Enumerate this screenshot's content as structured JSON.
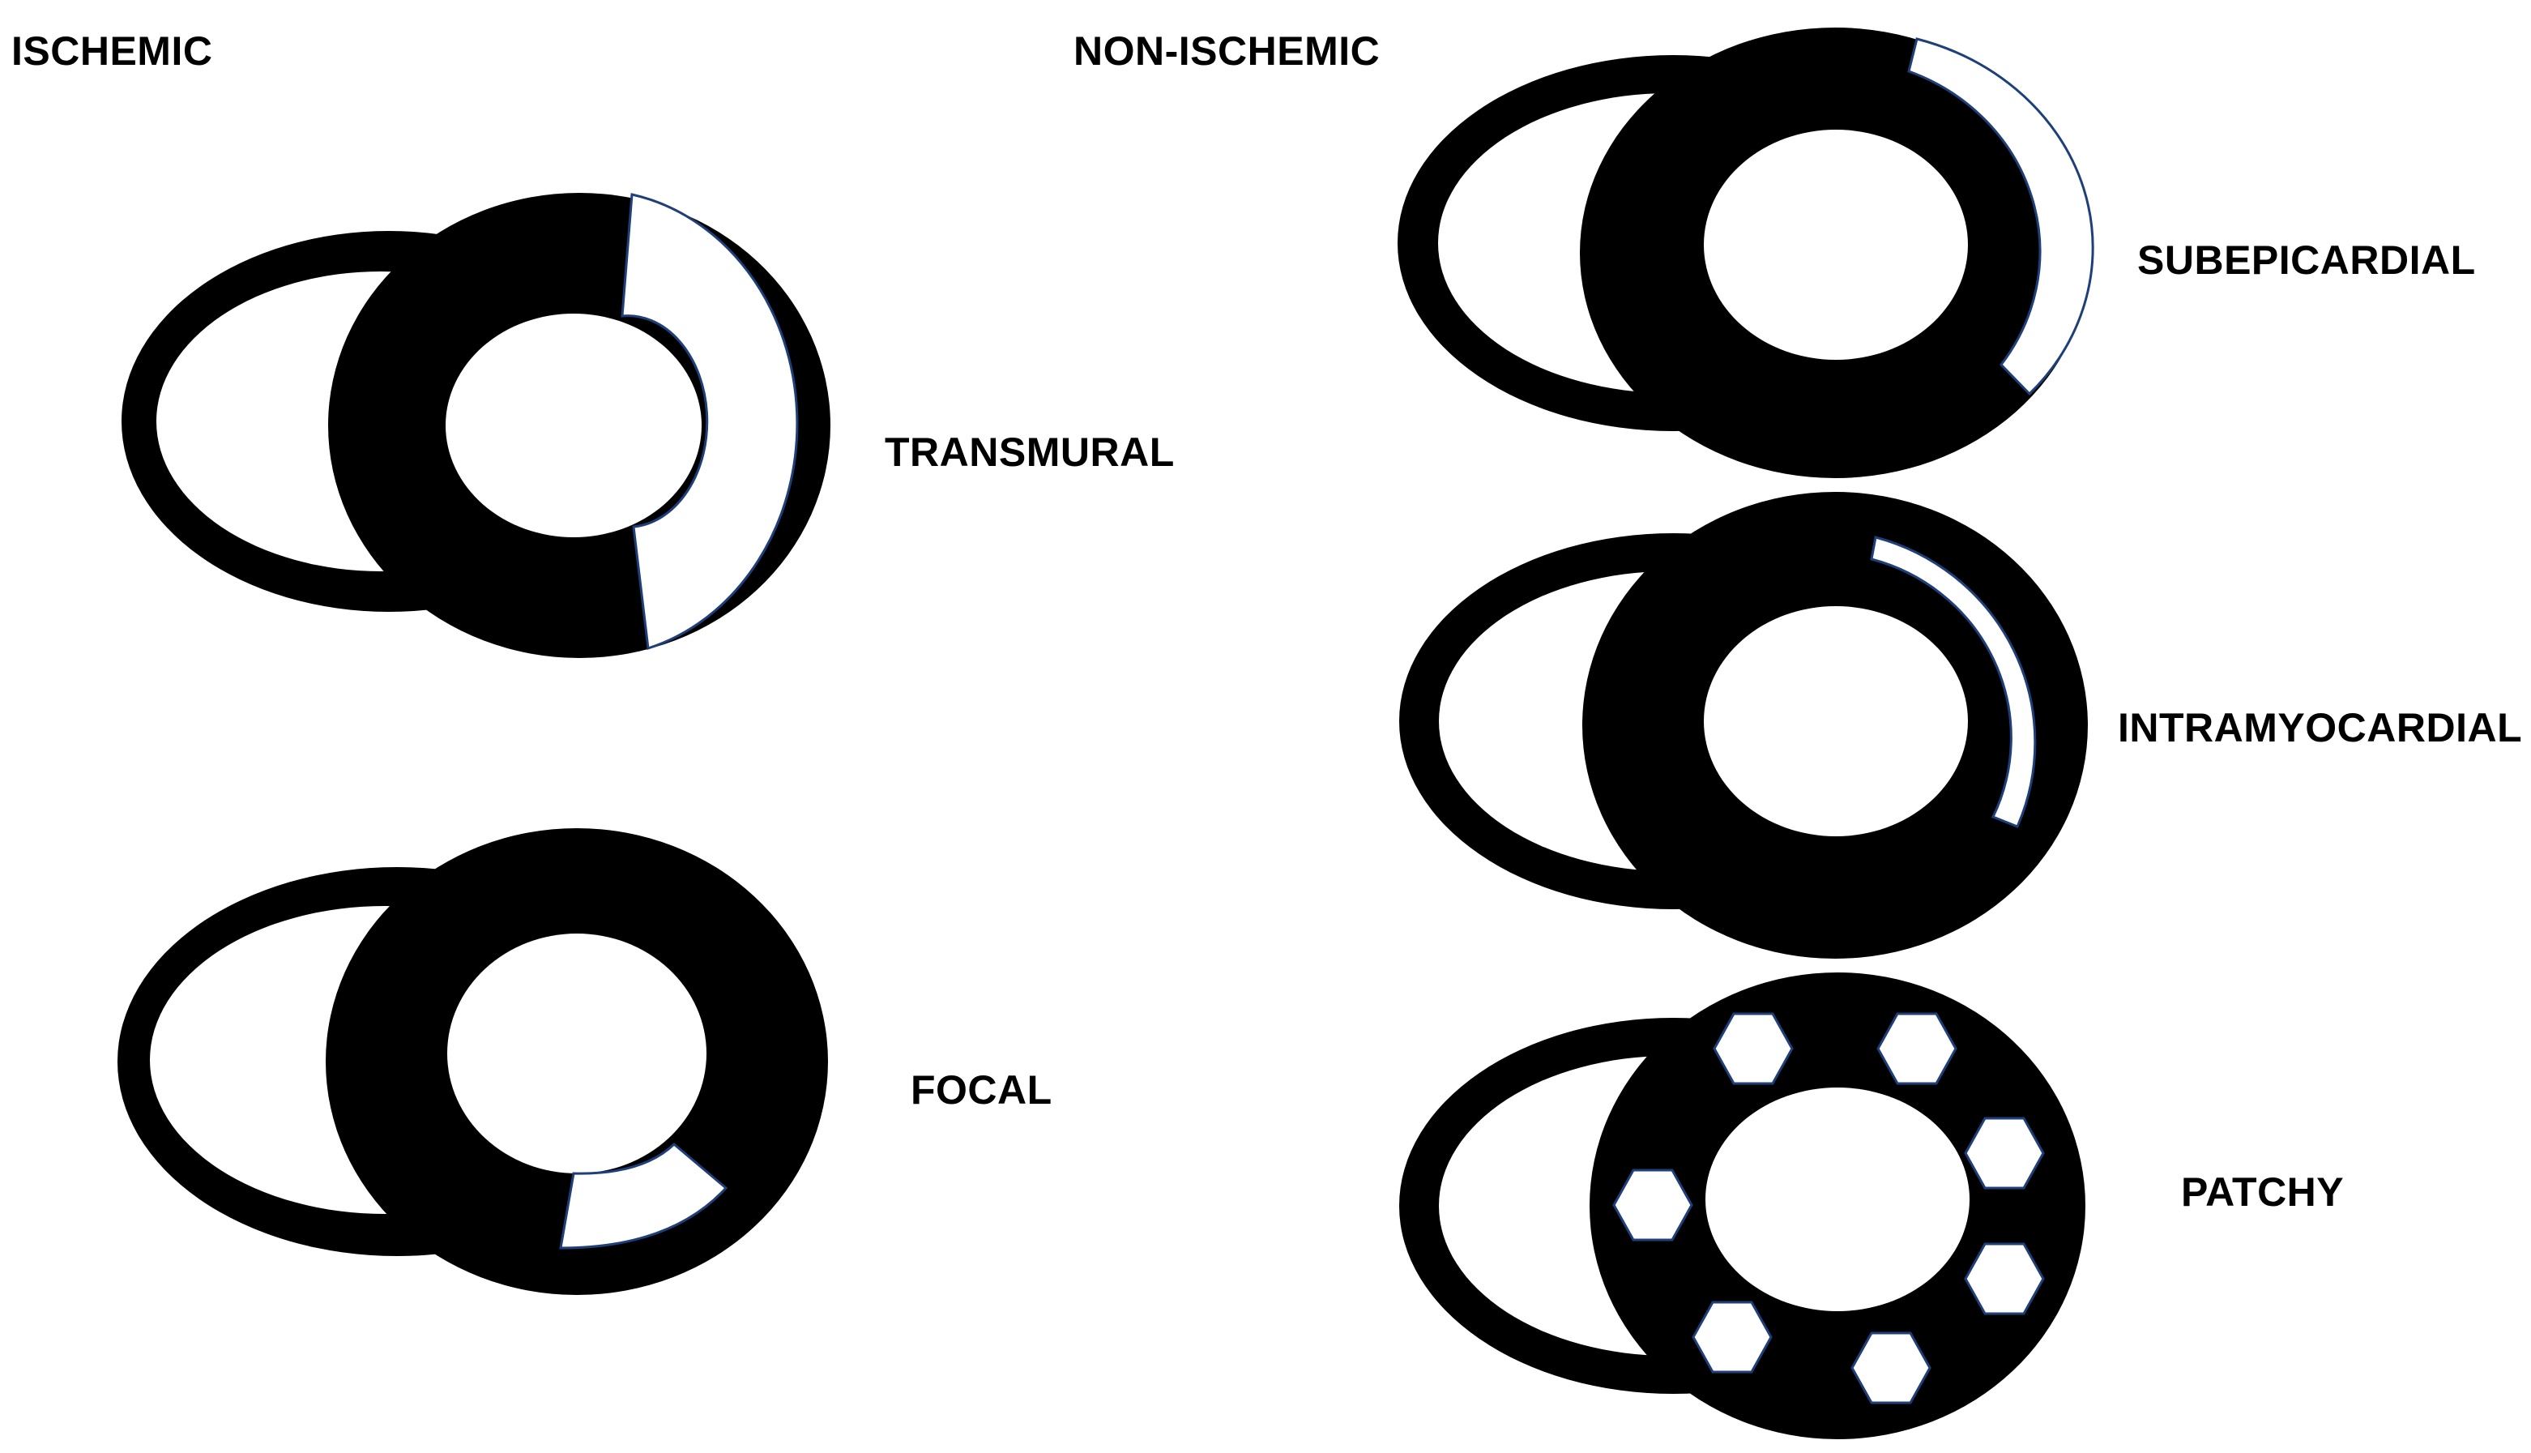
{
  "headings": {
    "ischemic": "ISCHEMIC",
    "non_ischemic": "NON-ISCHEMIC"
  },
  "patterns": {
    "transmural": "TRANSMURAL",
    "focal": "FOCAL",
    "subepicardial": "SUBEPICARDIAL",
    "intramyocardial": "INTRAMYOCARDIAL",
    "patchy": "PATCHY"
  },
  "colors": {
    "myocardium": "#000000",
    "background": "#ffffff",
    "scar_outline": "#1f3f7a"
  }
}
